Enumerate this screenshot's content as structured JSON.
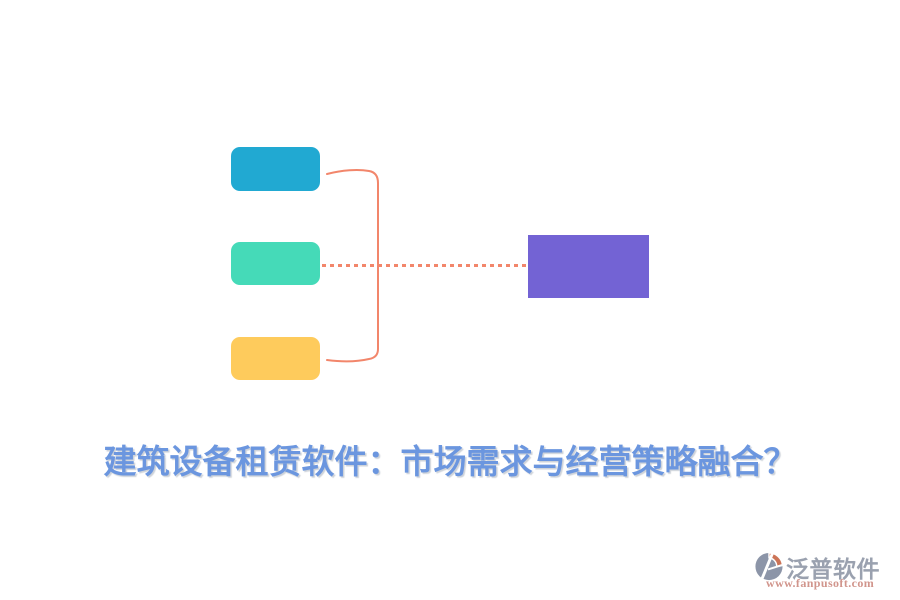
{
  "page": {
    "background": "#FFFFFF"
  },
  "diagram": {
    "type": "mindmap-branch",
    "nodes": [
      {
        "id": "branch-top",
        "shape": "rounded-rect",
        "color": "#21A9D2",
        "label": ""
      },
      {
        "id": "branch-middle",
        "shape": "rounded-rect",
        "color": "#45DAB8",
        "label": ""
      },
      {
        "id": "branch-bottom",
        "shape": "rounded-rect",
        "color": "#FECB5C",
        "label": ""
      },
      {
        "id": "result-node",
        "shape": "rect",
        "color": "#7363D4",
        "label": ""
      }
    ],
    "connector_color": "#F2866B",
    "connectors": [
      {
        "id": "bracket",
        "style": "solid curly bracket joining top and bottom nodes"
      },
      {
        "id": "dotted",
        "style": "dotted line from middle node to result node"
      }
    ]
  },
  "title": {
    "text": "建筑设备租赁软件：市场需求与经营策略融合？",
    "color": "#6B96DF"
  },
  "footer": {
    "brand": "泛普软件",
    "brand_color": "#9AA1AF",
    "url": "www.fanpusoft.com",
    "url_color": "#D1958C",
    "logo_colors": {
      "gray": "#8C95A8",
      "orange": "#CC7457"
    }
  }
}
